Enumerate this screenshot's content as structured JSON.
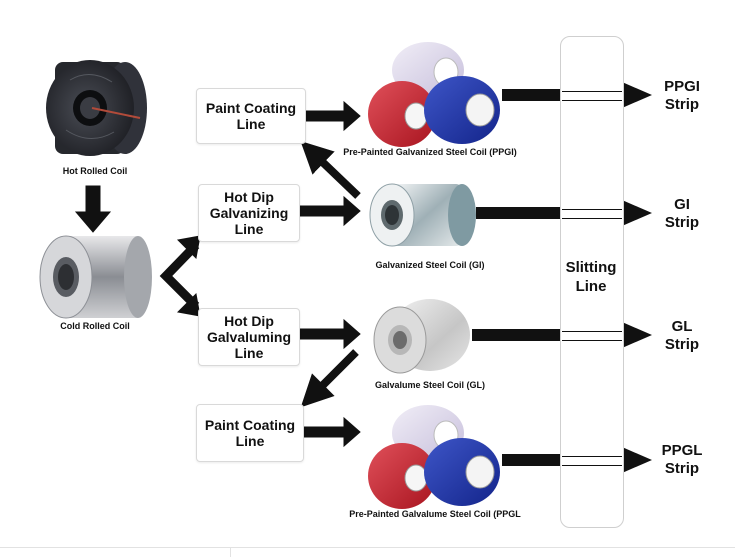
{
  "coils": {
    "hot_rolled": "Hot Rolled Coil",
    "cold_rolled": "Cold Rolled Coil",
    "ppgi": "Pre-Painted Galvanized Steel Coil (PPGI)",
    "gi": "Galvanized Steel Coil (GI)",
    "gl": "Galvalume Steel Coil (GL)",
    "ppgl": "Pre-Painted Galvalume Steel Coil (PPGL"
  },
  "processes": {
    "paint_coating_top": "Paint Coating\nLine",
    "hot_dip_galvanizing": "Hot Dip\nGalvanizing\nLine",
    "hot_dip_galvaluming": "Hot Dip\nGalvaluming\nLine",
    "paint_coating_bottom": "Paint Coating\nLine"
  },
  "slitting_line": "Slitting\nLine",
  "outputs": {
    "ppgi_strip": "PPGI\nStrip",
    "gi_strip": "GI\nStrip",
    "gl_strip": "GL\nStrip",
    "ppgl_strip": "PPGL\nStrip"
  },
  "colors": {
    "arrow": "#111111",
    "coil_red": "#c8232f",
    "coil_blue": "#1f36a8",
    "coil_lavender": "#d9d3e8",
    "hot_rolled_dark": "#2b2d33"
  }
}
